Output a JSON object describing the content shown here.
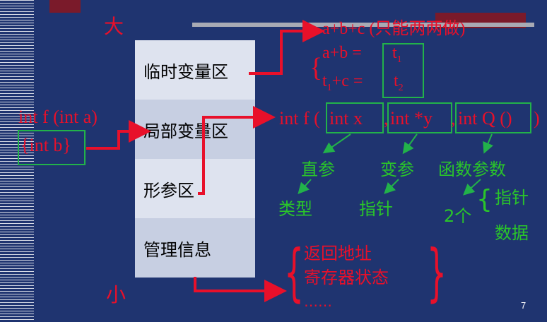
{
  "corner_labels": {
    "big": "大",
    "small": "小"
  },
  "stack_cells": [
    "临时变量区",
    "局部变量区",
    "形参区",
    "管理信息"
  ],
  "left_code": {
    "line1": "int f (int a)",
    "line2": "{int b}"
  },
  "temp": {
    "header": "a+b+c (只能两两做)",
    "eq1_lhs": "a+b =",
    "eq1_t": "t",
    "eq1_sub": "1",
    "eq2_lhs_t": "t",
    "eq2_lhs_sub": "1",
    "eq2_lhs_rest": "+c =",
    "eq2_t": "t",
    "eq2_sub": "2"
  },
  "signature": {
    "prefix": "int f (",
    "arg1": "int x",
    "arg2": "int *y",
    "arg3": "int Q ()",
    "suffix": ")",
    "sep": ","
  },
  "param_labels": {
    "direct": "直参",
    "variable": "变参",
    "function": "函数参数",
    "type": "类型",
    "pointer": "指针",
    "two": "2个",
    "ptr2": "指针",
    "data": "数据"
  },
  "mgmt_info": {
    "line1": "返回地址",
    "line2": "寄存器状态",
    "line3": "……"
  },
  "page_number": "7",
  "colors": {
    "background": "#1f3470",
    "accent_red": "#e8102a",
    "accent_green": "#2ac52a"
  }
}
